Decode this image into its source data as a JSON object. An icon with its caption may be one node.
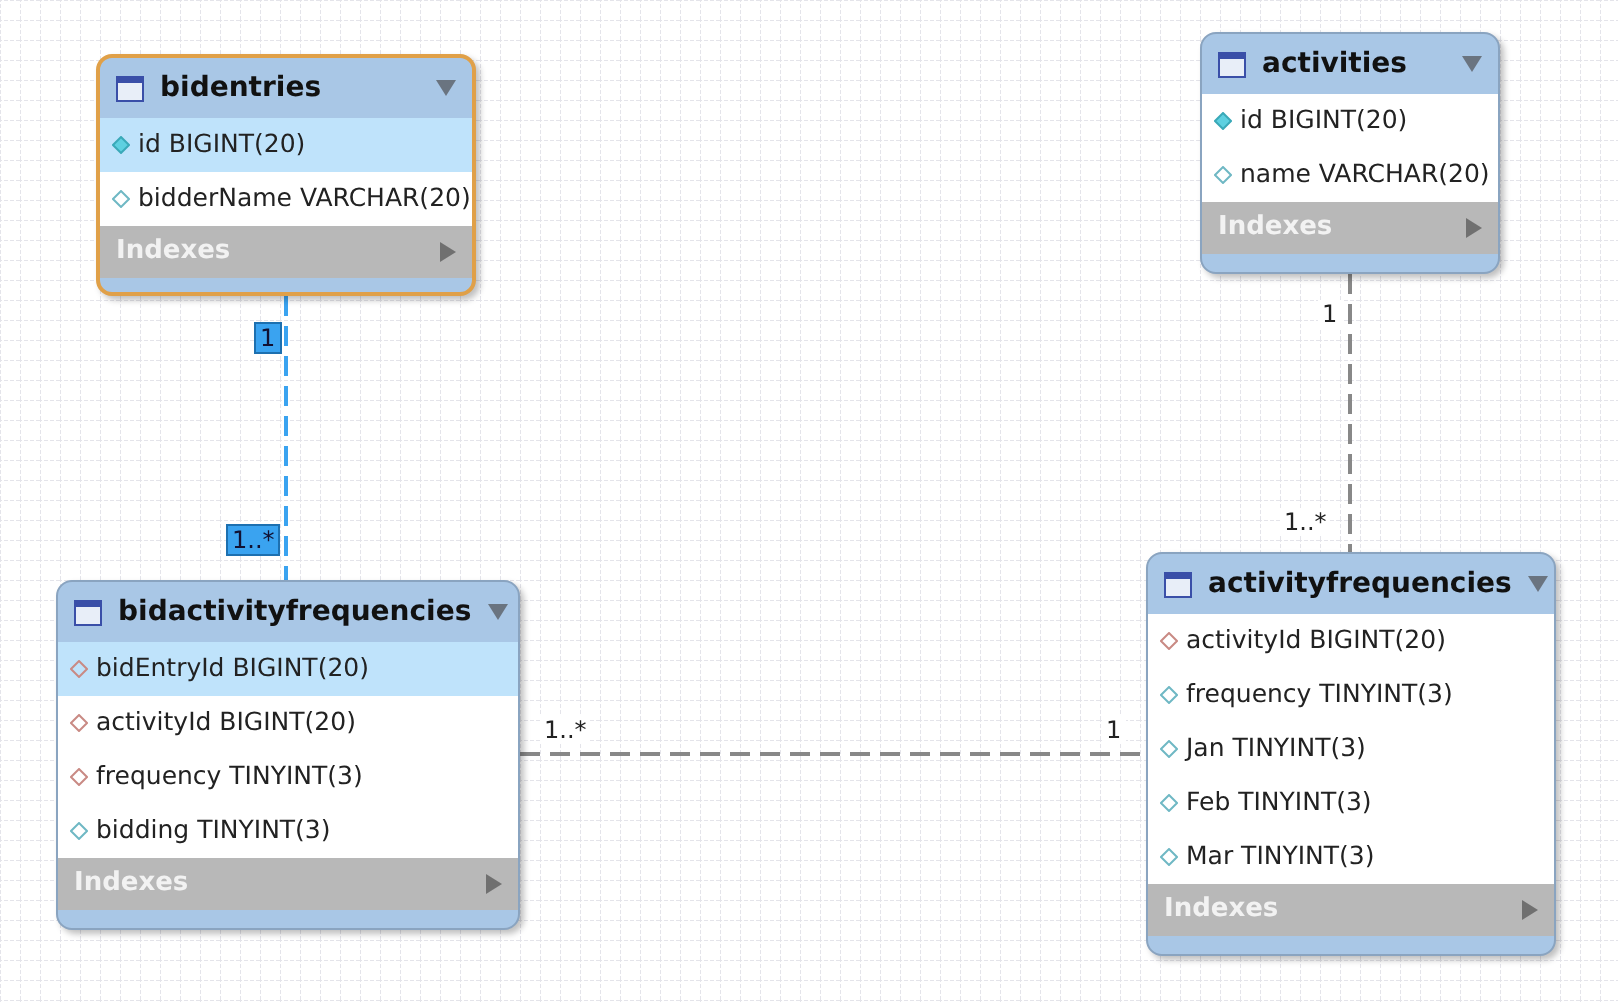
{
  "diagram": {
    "nodes": [
      {
        "text": [
          "bidentries",
          "id BIGINT(20)",
          "bidderName VARCHAR(20)",
          "Indexes"
        ]
      },
      {
        "text": [
          "activities",
          "id BIGINT(20)",
          "name VARCHAR(20)",
          "Indexes"
        ]
      },
      {
        "text": [
          "bidactivityfrequencies",
          "bidEntryId BIGINT(20)",
          "activityId BIGINT(20)",
          "frequency TINYINT(3)",
          "bidding TINYINT(3)",
          "Indexes"
        ]
      },
      {
        "text": [
          "activityfrequencies",
          "activityId BIGINT(20)",
          "frequency TINYINT(3)",
          "Jan TINYINT(3)",
          "Feb TINYINT(3)",
          "Mar TINYINT(3)",
          "Indexes"
        ]
      }
    ],
    "edges": [
      {
        "from": 0,
        "to": 2,
        "arrow": "none",
        "style": "dashed",
        "color": "#3aa3f0"
      },
      {
        "from": 1,
        "to": 3,
        "arrow": "none",
        "style": "dashed"
      },
      {
        "from": 2,
        "to": 3,
        "arrow": "none",
        "style": "dashed"
      }
    ],
    "labels": [
      "1",
      "1..*",
      "1",
      "1..*",
      "1..*",
      "1"
    ]
  }
}
